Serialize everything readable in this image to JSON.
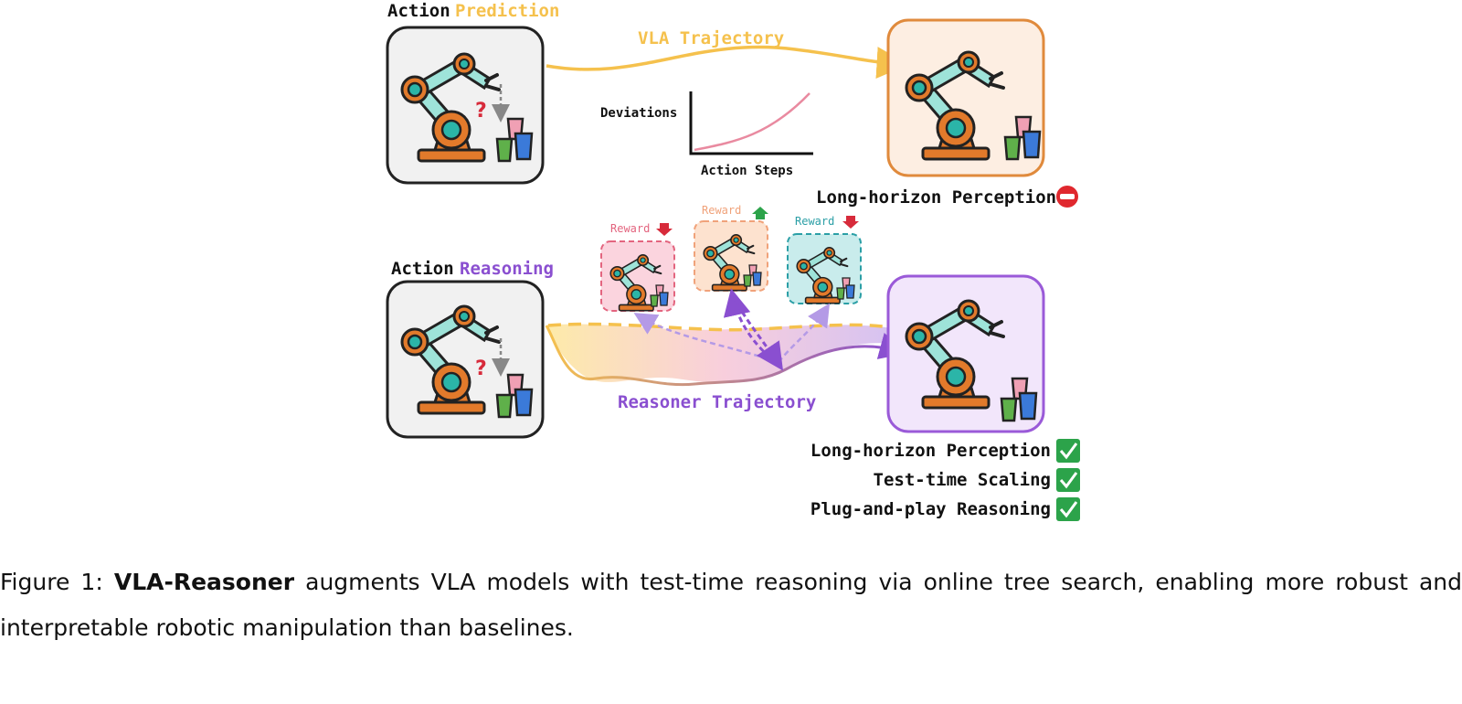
{
  "figure": {
    "top_label": {
      "prefix": "Action",
      "accent": "Prediction"
    },
    "vla_trajectory_label": "VLA Trajectory",
    "mini_chart": {
      "ylabel": "Deviations",
      "xlabel": "Action Steps"
    },
    "top_outcome": "Long-horizon Perception",
    "bottom_label": {
      "prefix": "Action",
      "accent": "Reasoning"
    },
    "reward_labels": [
      "Reward",
      "Reward",
      "Reward"
    ],
    "reasoner_trajectory_label": "Reasoner Trajectory",
    "benefits": [
      "Long-horizon Perception",
      "Test-time Scaling",
      "Plug-and-play Reasoning"
    ],
    "question_mark": "?",
    "colors": {
      "prediction": "#f5c14d",
      "reasoning": "#8a4fd0",
      "reward_down": "#d72b3b",
      "reward_up": "#2ca34a",
      "check": "#2ca34a",
      "minus": "#e0282e"
    }
  },
  "caption": {
    "label": "Figure 1:",
    "name": "VLA-Reasoner",
    "text_line1": " augments VLA models with test-time reasoning via online tree search, enabling more robust and",
    "text_line2": "interpretable robotic manipulation than baselines."
  }
}
